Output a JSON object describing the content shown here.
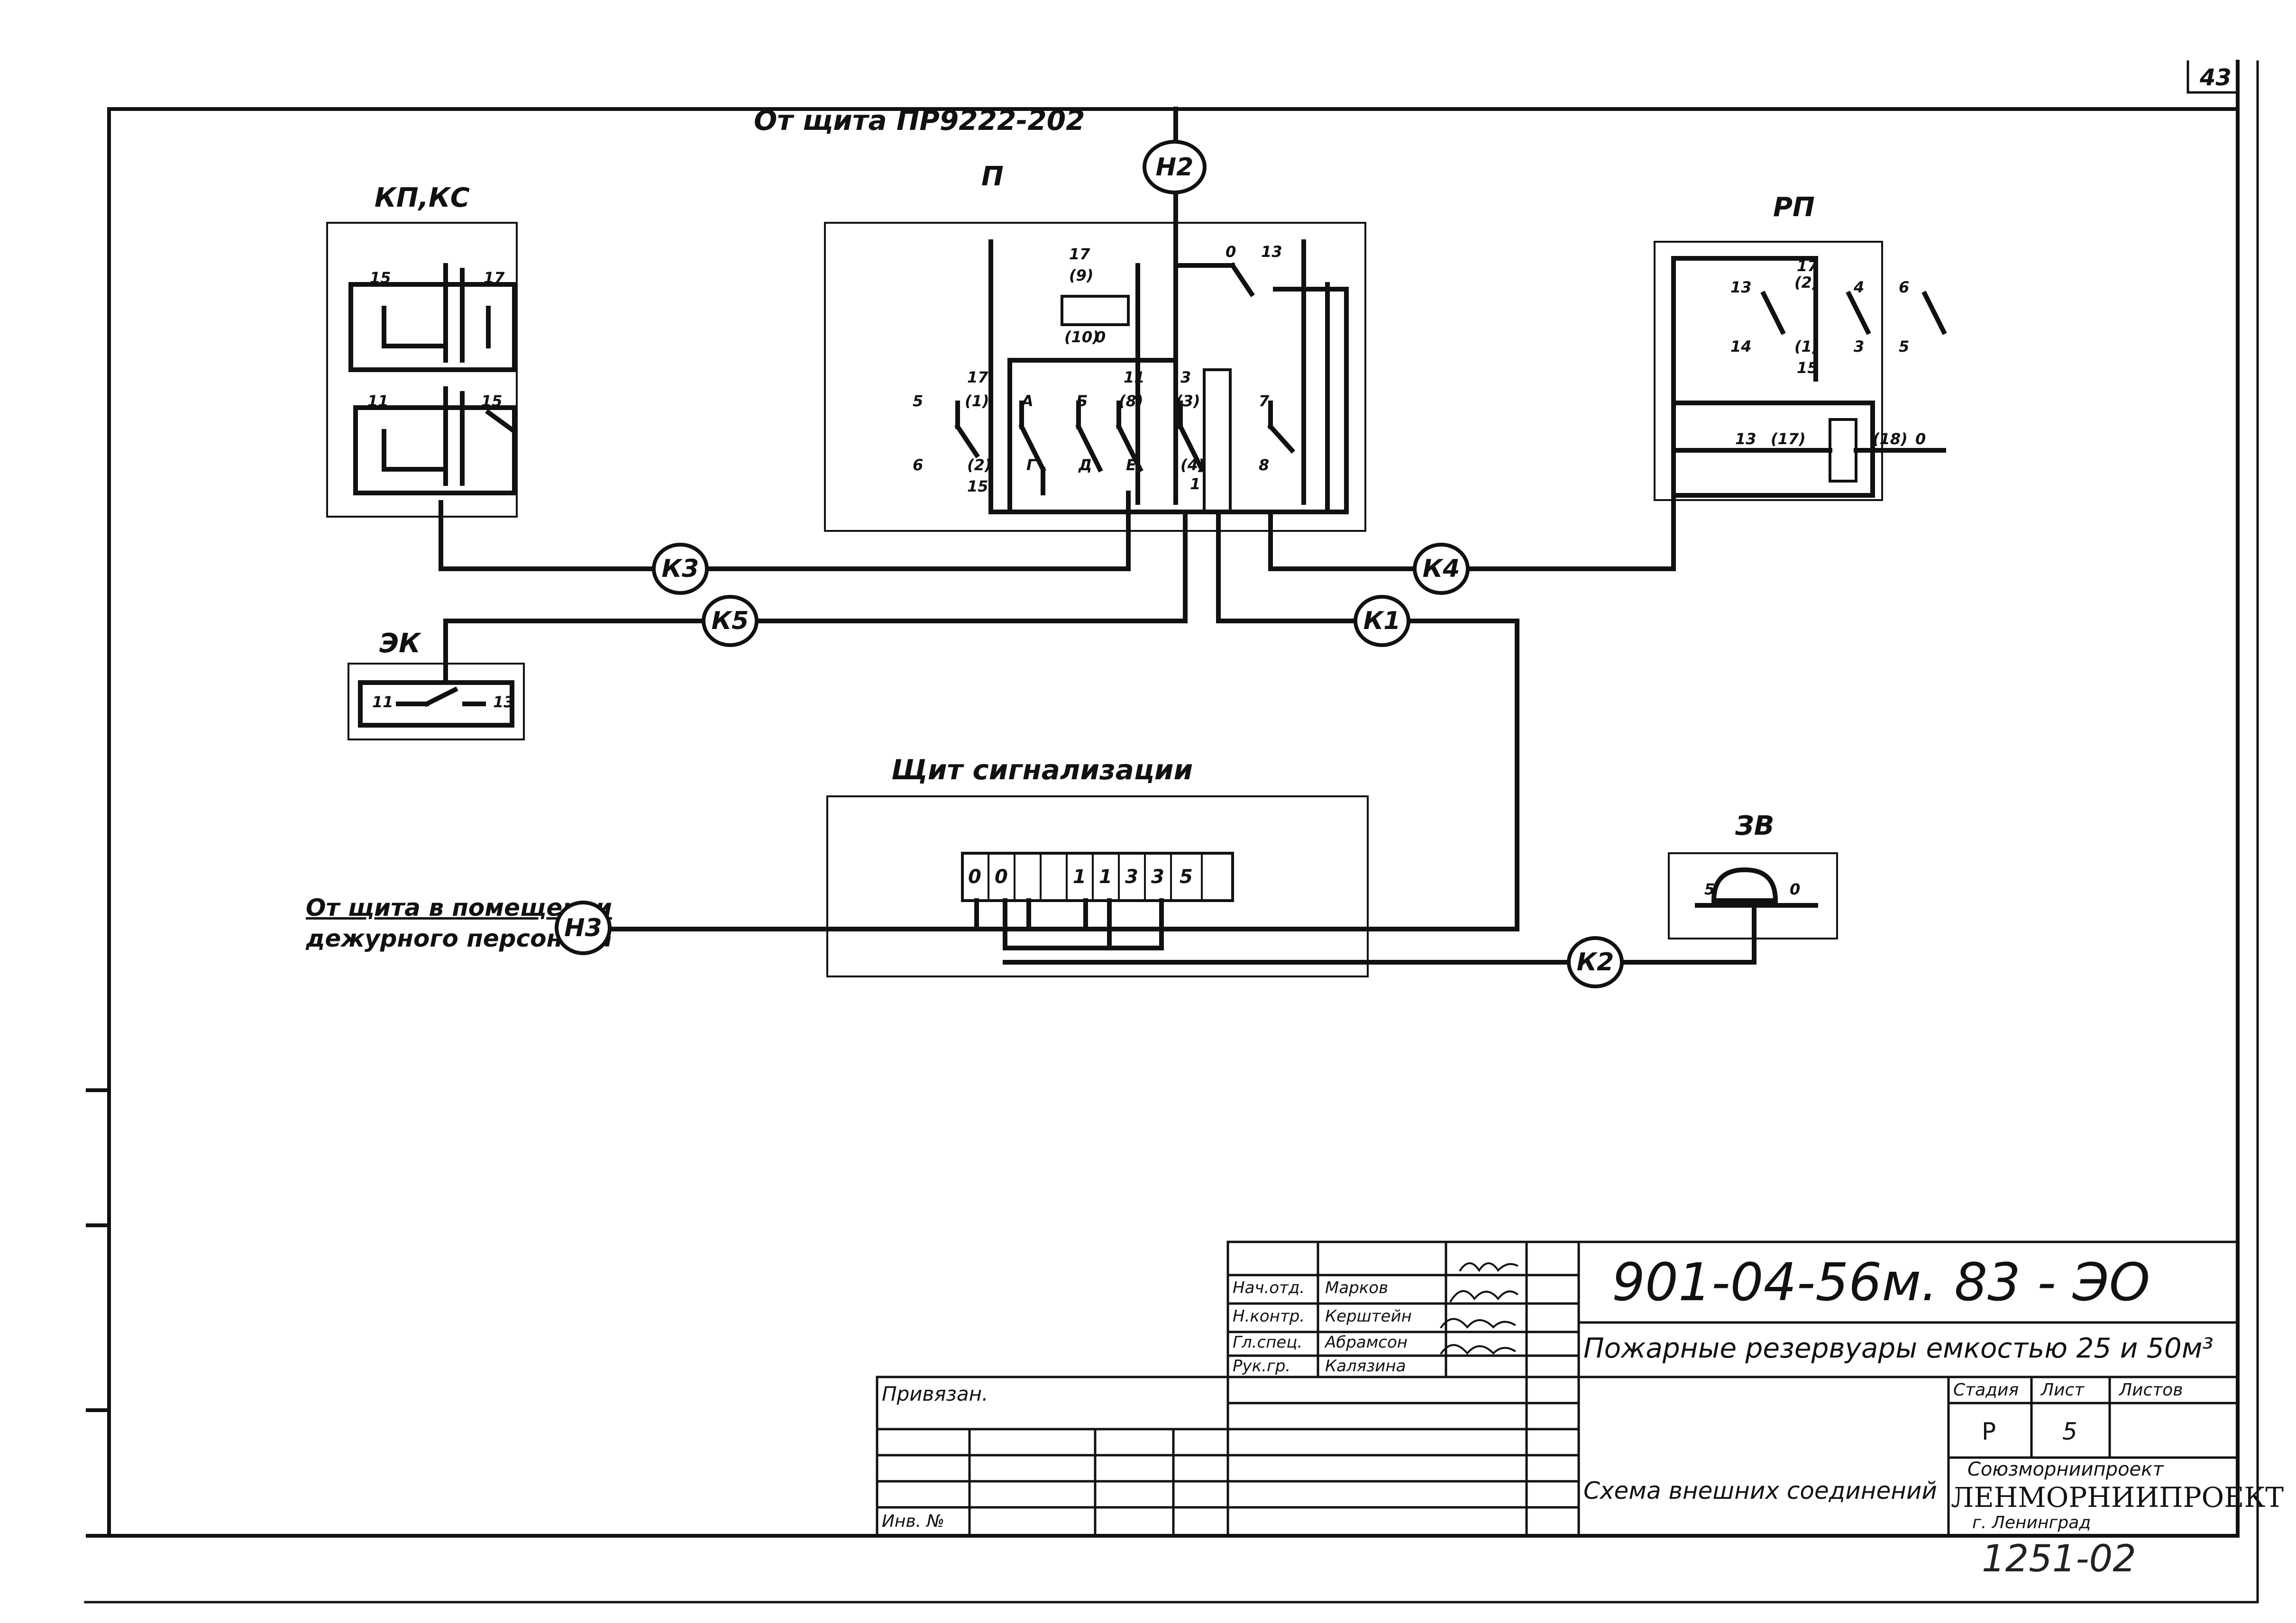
{
  "page_number": "43",
  "top_source": "От щита ПР9222-202",
  "blocks": {
    "kp_ks": "КП,КС",
    "p": "П",
    "rp": "РП",
    "ek": "ЭК",
    "signal_panel": "Щит сигнализации",
    "zv": "ЗВ"
  },
  "left_source": {
    "line1": "От щита в помещении",
    "line2": "дежурного персонала"
  },
  "cables": [
    "Н2",
    "К3",
    "К5",
    "К1",
    "К4",
    "Н3",
    "К2"
  ],
  "terminals": {
    "kp_ks": [
      "15",
      "17",
      "11",
      "15"
    ],
    "p_left": [
      "5",
      "6",
      "17",
      "(1)",
      "(2)",
      "15"
    ],
    "p_contacts_top": [
      "А",
      "Б",
      "11",
      "(8)",
      "3",
      "(3)"
    ],
    "p_contacts_bottom": [
      "Г",
      "Д",
      "Е",
      "(4)",
      "1"
    ],
    "p_right": [
      "7",
      "8"
    ],
    "p_coil": [
      "17",
      "(9)",
      "(10)",
      "0",
      "0",
      "13"
    ],
    "rp": [
      "17",
      "(2)",
      "13",
      "4",
      "6",
      "14",
      "(1)",
      "15",
      "3",
      "5"
    ],
    "rp_coil": [
      "13",
      "(17)",
      "(18)",
      "0"
    ],
    "ek": [
      "11",
      "13"
    ],
    "signal_terms": [
      "0",
      "0",
      "",
      "1",
      "1",
      "3",
      "3",
      "5",
      "",
      ""
    ],
    "zv": [
      "5",
      "0"
    ]
  },
  "title_block": {
    "doc_code": "901-04-56м. 83 - ЭО",
    "project_title": "Пожарные резервуары емкостью 25 и 50м³",
    "sheet_title": "Схема внешних соединений",
    "stage_header": "Стадия",
    "sheet_header": "Лист",
    "sheets_header": "Листов",
    "stage": "Р",
    "sheet": "5",
    "sheets": "",
    "org_line1": "Союзморниипроект",
    "org_name": "ЛЕНМОРНИИПРОЕКТ",
    "org_city": "г. Ленинград",
    "linked": "Привязан.",
    "inv": "Инв. №",
    "number_below": "1251-02",
    "signers": [
      {
        "role": "Нач.отд.",
        "name": "Марков"
      },
      {
        "role": "Н.контр.",
        "name": "Керштейн"
      },
      {
        "role": "Гл.спец.",
        "name": "Абрамсон"
      },
      {
        "role": "Рук.гр.",
        "name": "Калязина"
      }
    ]
  }
}
